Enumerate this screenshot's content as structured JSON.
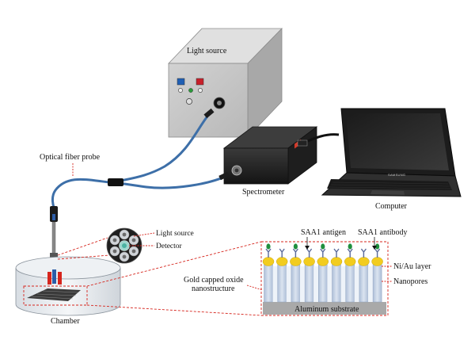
{
  "labels": {
    "light_source_box": "Light source",
    "spectrometer": "Spectrometer",
    "computer": "Computer",
    "optical_fiber_probe": "Optical fiber probe",
    "probe_light_source": "Light source",
    "probe_detector": "Detector",
    "chamber": "Chamber",
    "saa1_antigen": "SAA1 antigen",
    "saa1_antibody": "SAA1 antibody",
    "ni_au_layer": "Ni/Au layer",
    "nanopores": "Nanopores",
    "gold_capped_line1": "Gold capped oxide",
    "gold_capped_line2": "nanostructure",
    "aluminum_substrate": "Aluminum substrate",
    "laptop_brand": "SAMSUNG"
  },
  "colors": {
    "fiber": "#3d6fa8",
    "box_front": "#c4c4c4",
    "box_top": "#e2e2e2",
    "box_side": "#a9a9a9",
    "spectrometer_body": "#222222",
    "gold": "#f2cc1f",
    "pillar": "#c5d3e6",
    "antigen": "#1f8f3e",
    "antibody": "#5a6a9a",
    "substrate": "#a9a9a9",
    "dashed_callout": "#d6251d",
    "probe_tip": "#2c5da8"
  }
}
